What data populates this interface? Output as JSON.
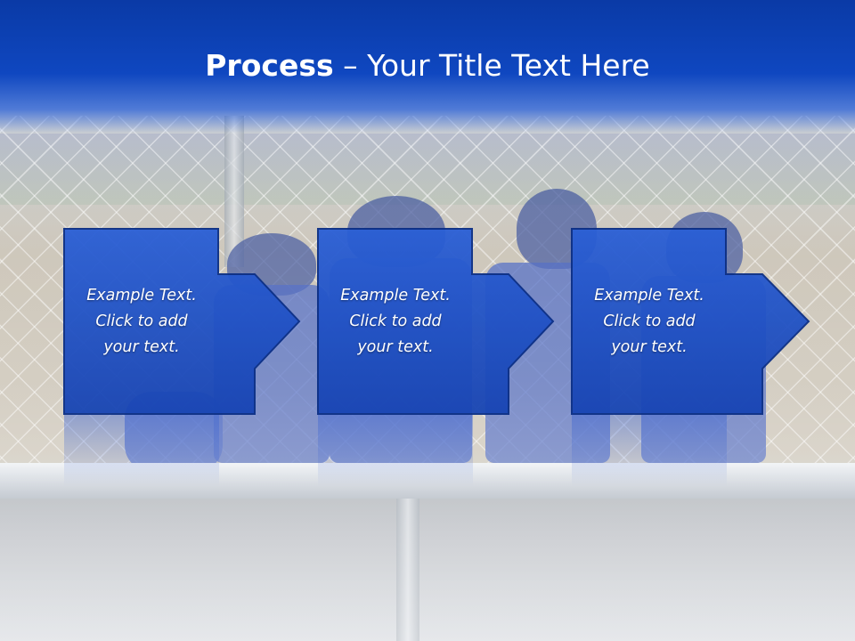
{
  "slide": {
    "title_bold": "Process",
    "title_rest": " – Your Title Text Here"
  },
  "process": {
    "steps": [
      {
        "text": "Example Text.\nClick  to add\nyour text."
      },
      {
        "text": "Example Text.\nClick  to add\nyour text."
      },
      {
        "text": "Example Text.\nClick  to add\nyour text."
      }
    ]
  },
  "colors": {
    "title_bar": "#0f47c0",
    "box_fill": "#1a4fc4",
    "box_border": "#0b2f86",
    "text": "#ffffff"
  }
}
